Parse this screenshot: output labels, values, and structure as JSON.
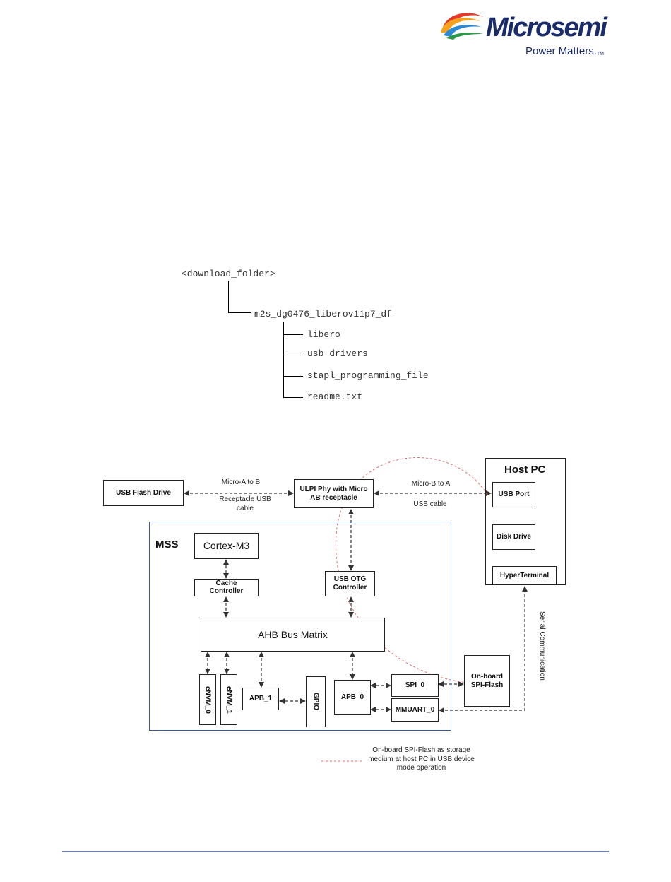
{
  "header": {
    "brand": "Microsemi",
    "tagline": "Power Matters.",
    "tagline_mark": "TM"
  },
  "folder_tree": {
    "root": "<download_folder>",
    "child": "m2s_dg0476_liberov11p7_df",
    "items": [
      "libero",
      "usb drivers",
      "stapl_programming_file",
      "readme.txt"
    ]
  },
  "diagram": {
    "usb_flash_drive": "USB Flash Drive",
    "link_left_top": "Micro-A to B",
    "link_left_bottom": "Receptacle USB cable",
    "ulpi_phy": "ULPI Phy with Micro AB receptacle",
    "link_right_top": "Micro-B to A",
    "link_right_bottom": "USB cable",
    "host_pc": {
      "title": "Host PC",
      "usb_port": "USB Port",
      "disk_drive": "Disk Drive",
      "hyperterminal": "HyperTerminal"
    },
    "mss": {
      "title": "MSS",
      "cortex": "Cortex-M3",
      "cache_controller": "Cache Controller",
      "usb_otg_controller": "USB OTG Controller",
      "ahb_bus_matrix": "AHB Bus Matrix",
      "envm_0": "eNVM_0",
      "envm_1": "eNVM_1",
      "apb_1": "APB_1",
      "gpio": "GPIO",
      "apb_0": "APB_0",
      "spi_0": "SPI_0",
      "mmuart_0": "MMUART_0"
    },
    "onboard_spi_flash": "On-board SPI-Flash",
    "serial_communication": "Serial Communication",
    "legend_text": "On-board SPI-Flash as storage medium at host PC in USB device mode operation",
    "colors": {
      "mss_border": "#3b5998",
      "legend_dash": "#e46a6a",
      "box_border": "#222222"
    }
  }
}
